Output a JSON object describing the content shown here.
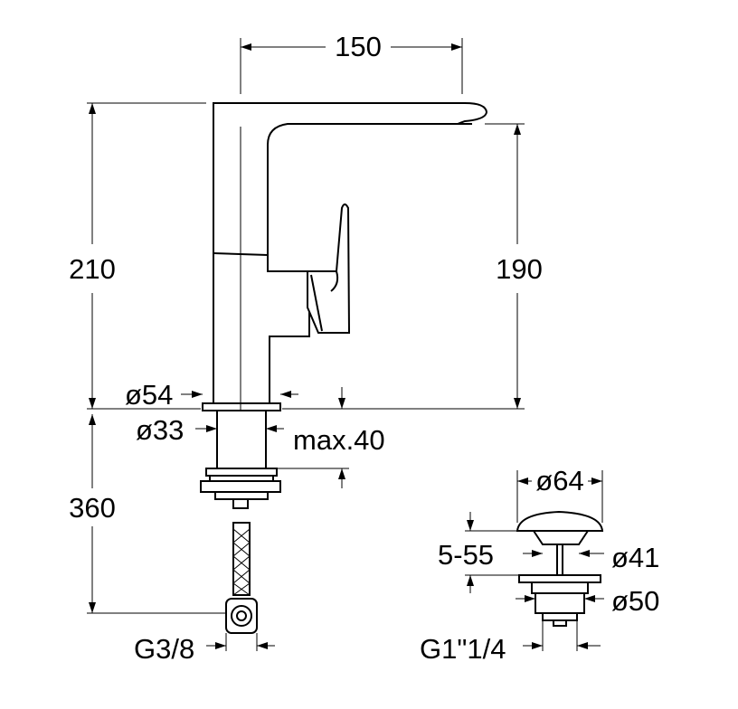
{
  "faucet": {
    "width": "150",
    "total_height": "210",
    "spout_height": "190",
    "base_diameter": "ø54",
    "shank_diameter": "ø33",
    "deck_thickness": "max.40",
    "hose_length": "360",
    "hose_thread": "G3/8"
  },
  "drain": {
    "cap_diameter": "ø64",
    "body_diameter": "ø41",
    "flange_diameter": "ø50",
    "adjust_range": "5-55",
    "thread": "G1\"1/4"
  },
  "colors": {
    "line": "#000000",
    "background": "#ffffff"
  }
}
